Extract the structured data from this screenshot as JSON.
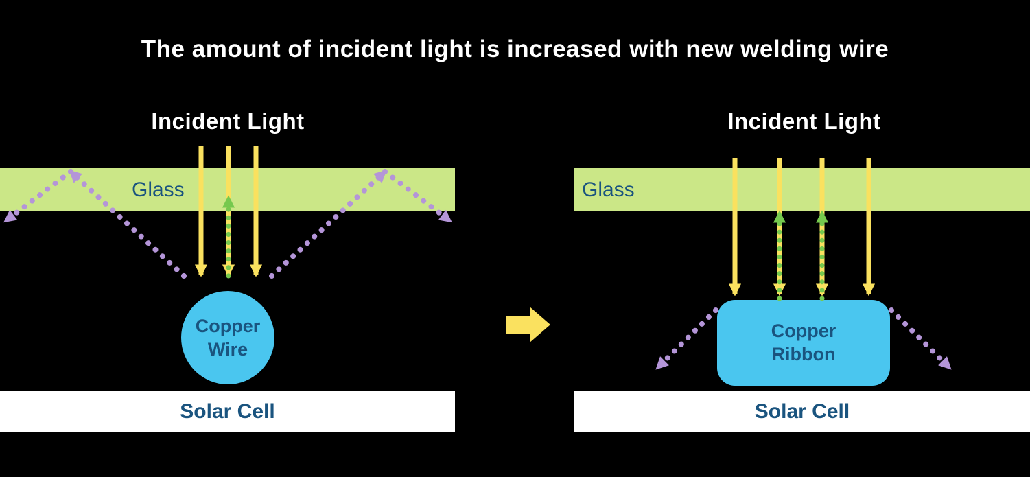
{
  "title": "The amount of incident light is increased with new welding wire",
  "colors": {
    "background": "#000000",
    "glass": "#cbe787",
    "solar_cell": "#ffffff",
    "copper": "#4ac6ef",
    "incident_ray_yellow": "#fae15f",
    "transmitted_ray_green": "#76c94e",
    "reflected_ray_purple": "#b495d8",
    "label_ink": "#1a547f",
    "title_ink": "#ffffff"
  },
  "panels": {
    "left": {
      "incident_light_label": "Incident Light",
      "glass_label": "Glass",
      "conductor_label": [
        "Copper",
        "Wire"
      ],
      "solar_cell_label": "Solar Cell"
    },
    "right": {
      "incident_light_label": "Incident Light",
      "glass_label": "Glass",
      "conductor_label": [
        "Copper",
        "Ribbon"
      ],
      "solar_cell_label": "Solar Cell"
    }
  }
}
